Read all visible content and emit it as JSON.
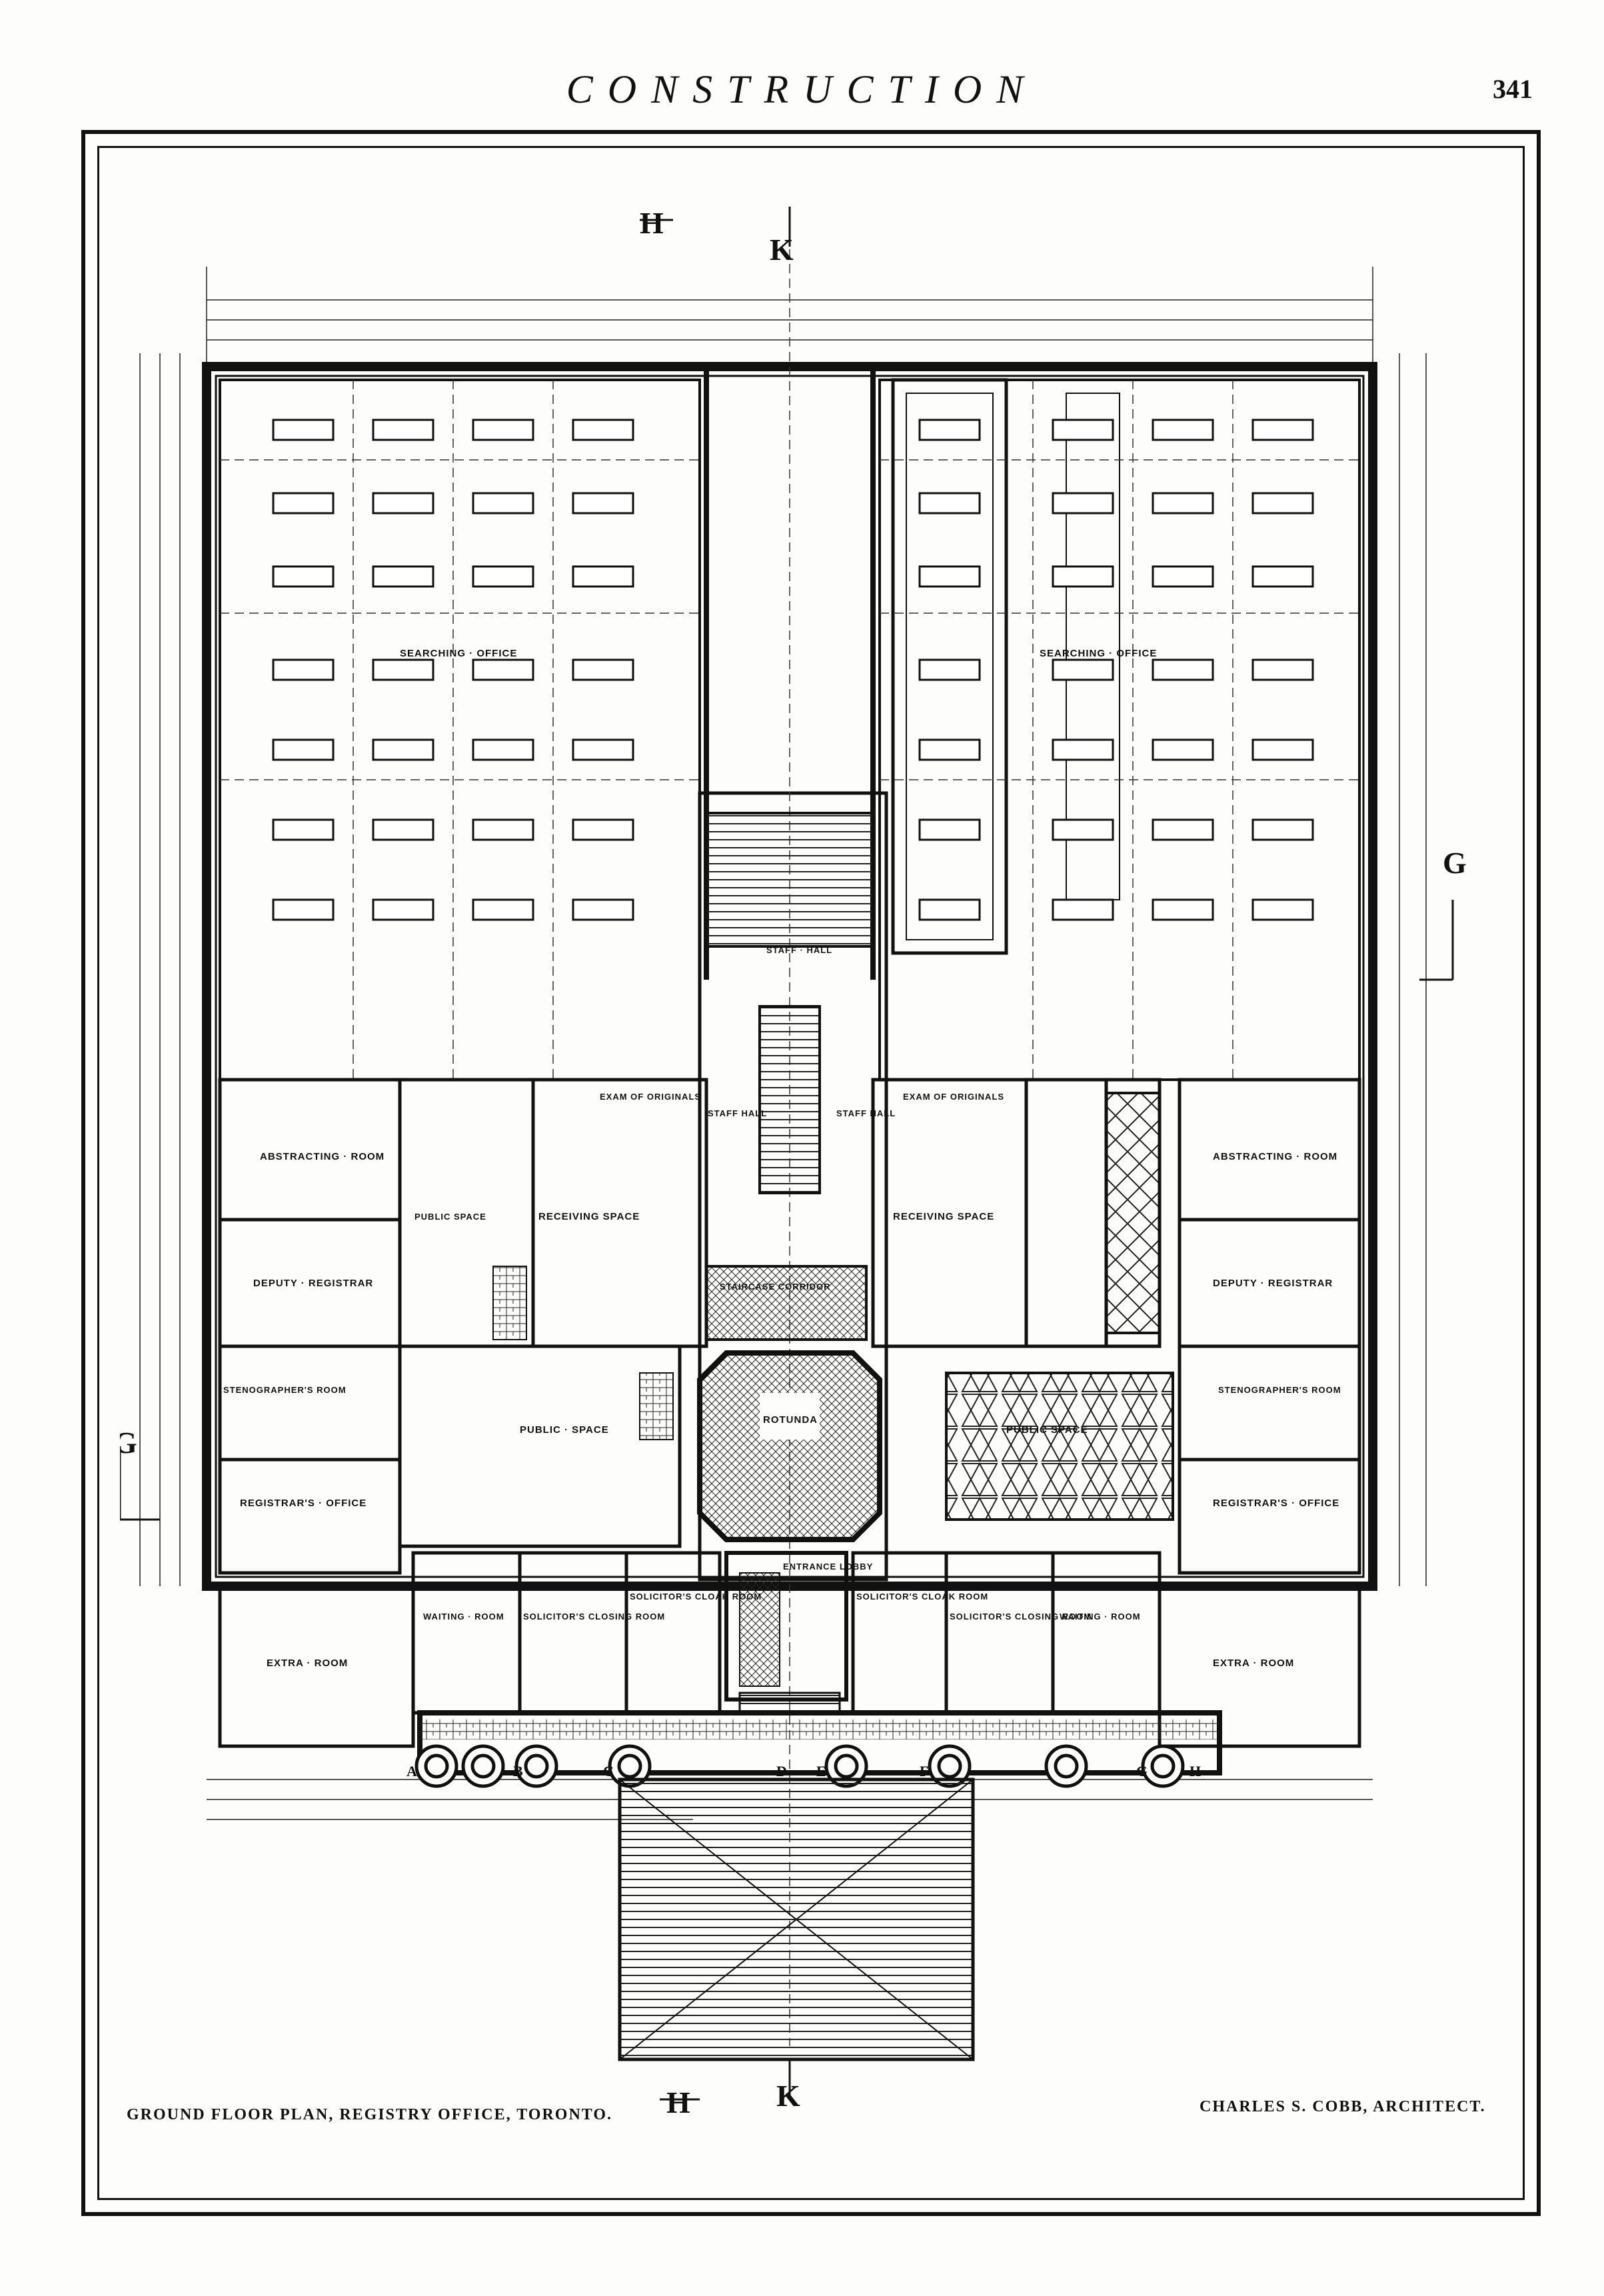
{
  "header": {
    "running_title": "CONSTRUCTION",
    "page_number": "341"
  },
  "captions": {
    "left": "GROUND FLOOR PLAN, REGISTRY OFFICE, TORONTO.",
    "right": "CHARLES S. COBB, ARCHITECT."
  },
  "section_marks": {
    "h_top": "H",
    "k_top": "K",
    "h_bottom": "H",
    "k_bottom": "K",
    "g_left": "G",
    "g_right": "G"
  },
  "rooms": {
    "searching_left": "SEARCHING · OFFICE",
    "searching_right": "SEARCHING · OFFICE",
    "staff_hall": "STAFF · HALL",
    "staff_hall_left": "STAFF HALL",
    "staff_hall_right": "STAFF HALL",
    "abstracting_left": "ABSTRACTING · ROOM",
    "abstracting_right": "ABSTRACTING · ROOM",
    "public_space_upper": "PUBLIC SPACE",
    "receiving_left": "RECEIVING SPACE",
    "receiving_right": "RECEIVING SPACE",
    "examining_left": "EXAM OF ORIGINALS",
    "examining_right": "EXAM OF ORIGINALS",
    "staircase_corridor": "STAIRCASE CORRIDOR",
    "deputy_left": "DEPUTY · REGISTRAR",
    "deputy_right": "DEPUTY · REGISTRAR",
    "stenographers_left": "STENOGRAPHER'S ROOM",
    "stenographers_right": "STENOGRAPHER'S ROOM",
    "rotunda": "ROTUNDA",
    "public_space_left": "PUBLIC · SPACE",
    "public_space_right": "PUBLIC SPACE",
    "registrars_left": "REGISTRAR'S · OFFICE",
    "registrars_right": "REGISTRAR'S · OFFICE",
    "waiting_left": "WAITING · ROOM",
    "waiting_right": "WAITING · ROOM",
    "solicitors_closing_left": "SOLICITOR'S CLOSING ROOM",
    "solicitors_closing_right": "SOLICITOR'S CLOSING ROOM",
    "solicitors_cloak_left": "SOLICITOR'S CLOAK ROOM",
    "solicitors_cloak_right": "SOLICITOR'S CLOAK ROOM",
    "entrance_lobby": "ENTRANCE LOBBY",
    "extra_left": "EXTRA · ROOM",
    "extra_right": "EXTRA · ROOM"
  },
  "column_letters": [
    "A",
    "B",
    "C",
    "D",
    "E",
    "F",
    "G",
    "H"
  ]
}
